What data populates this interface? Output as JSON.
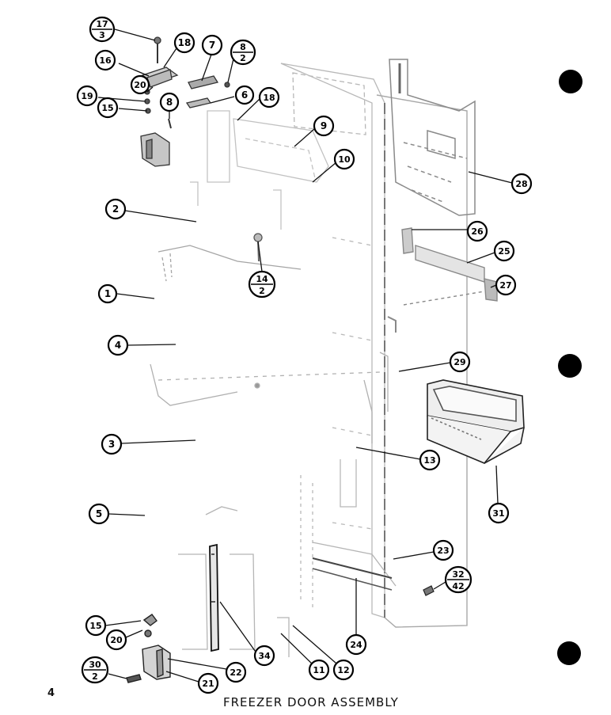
{
  "caption": "FREEZER DOOR ASSEMBLY",
  "page_number": "4",
  "callouts": [
    {
      "id": "17-3",
      "top": "17",
      "bottom": "3"
    },
    {
      "id": "18a",
      "label": "18"
    },
    {
      "id": "7",
      "label": "7"
    },
    {
      "id": "8-2",
      "top": "8",
      "bottom": "2"
    },
    {
      "id": "16a",
      "label": "16"
    },
    {
      "id": "20a",
      "label": "20"
    },
    {
      "id": "19",
      "label": "19"
    },
    {
      "id": "15a",
      "label": "15"
    },
    {
      "id": "8",
      "label": "8"
    },
    {
      "id": "6",
      "label": "6"
    },
    {
      "id": "18b",
      "label": "18"
    },
    {
      "id": "9",
      "label": "9"
    },
    {
      "id": "10",
      "label": "10"
    },
    {
      "id": "28",
      "label": "28"
    },
    {
      "id": "2",
      "label": "2"
    },
    {
      "id": "26",
      "label": "26"
    },
    {
      "id": "25",
      "label": "25"
    },
    {
      "id": "14-2",
      "top": "14",
      "bottom": "2"
    },
    {
      "id": "27",
      "label": "27"
    },
    {
      "id": "1",
      "label": "1"
    },
    {
      "id": "4",
      "label": "4"
    },
    {
      "id": "29",
      "label": "29"
    },
    {
      "id": "3",
      "label": "3"
    },
    {
      "id": "13",
      "label": "13"
    },
    {
      "id": "31",
      "label": "31"
    },
    {
      "id": "5",
      "label": "5"
    },
    {
      "id": "23",
      "label": "23"
    },
    {
      "id": "32-42",
      "top": "32",
      "bottom": "42"
    },
    {
      "id": "15b",
      "label": "15"
    },
    {
      "id": "20b",
      "label": "20"
    },
    {
      "id": "34",
      "label": "34"
    },
    {
      "id": "24",
      "label": "24"
    },
    {
      "id": "22",
      "label": "22"
    },
    {
      "id": "30-2",
      "top": "30",
      "bottom": "2"
    },
    {
      "id": "21",
      "label": "21"
    },
    {
      "id": "11",
      "label": "11"
    },
    {
      "id": "12",
      "label": "12"
    }
  ]
}
